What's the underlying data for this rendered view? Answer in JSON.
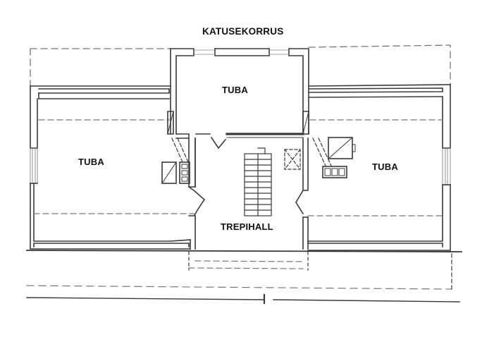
{
  "floor_plan": {
    "title": "KATUSEKORRUS",
    "rooms": [
      {
        "id": "room-center-top",
        "label": "TUBA"
      },
      {
        "id": "room-left",
        "label": "TUBA"
      },
      {
        "id": "room-right",
        "label": "TUBA"
      },
      {
        "id": "stair-hall",
        "label": "TREPIHALL"
      }
    ],
    "colors": {
      "background": "#ffffff",
      "wall": "#3a3a3a",
      "dashed": "#6a6a6a",
      "label": "#111111"
    }
  }
}
